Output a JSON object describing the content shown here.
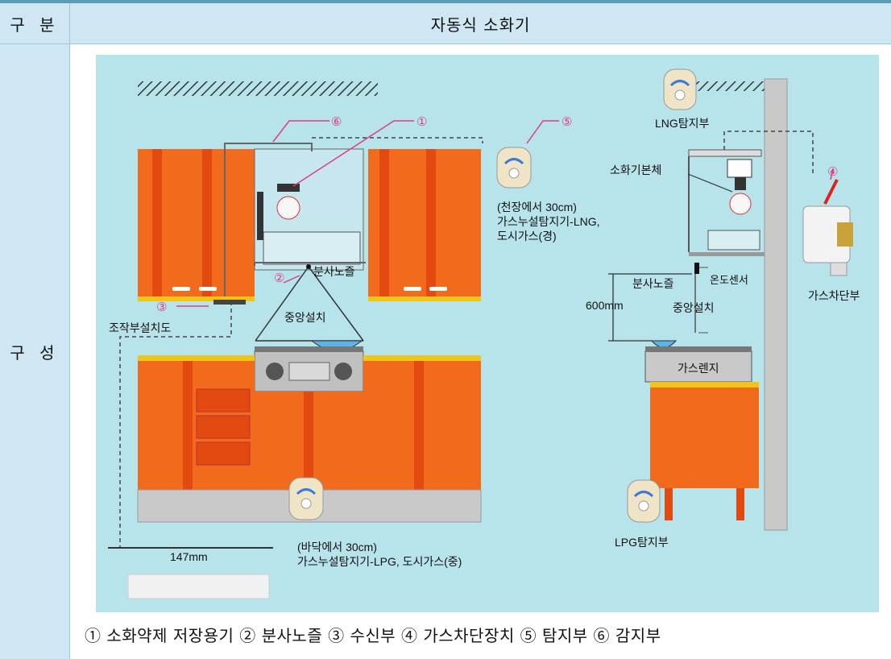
{
  "table": {
    "header_left": "구 분",
    "header_right": "자동식 소화기",
    "row_label": "구 성"
  },
  "figure": {
    "markers": [
      "⑥",
      "①",
      "⑤",
      "②",
      "③",
      "④"
    ],
    "labels": {
      "detector_ceiling_note_1": "(천장에서 30cm)",
      "detector_ceiling_note_2": "가스누설탐지기-LNG,",
      "detector_ceiling_note_3": "도시가스(경)",
      "spray_nozzle_front": "분사노즐",
      "center_install_front": "중앙설치",
      "control_unit_loc": "조작부설치도",
      "floor_note_1": "(바닥에서 30cm)",
      "floor_note_2": "가스누설탐지기-LPG, 도시가스(중)",
      "dim_147": "147mm",
      "lng_detector": "LNG탐지부",
      "extinguisher_body": "소화기본체",
      "spray_nozzle_side": "분사노즐",
      "temp_sensor": "온도센서",
      "dim_600": "600mm",
      "center_install_side": "중앙설치",
      "gas_range": "가스렌지",
      "gas_shutoff": "가스차단부",
      "lpg_detector": "LPG탐지부"
    },
    "colors": {
      "background": "#b7e3ea",
      "cabinet": "#f26a1b",
      "cabinet_stripe": "#e24a12",
      "counter": "#f0c419",
      "wall": "#c9c9c9",
      "leader": "#e03a8c"
    }
  },
  "caption": "① 소화약제 저장용기 ② 분사노즐 ③ 수신부 ④ 가스차단장치 ⑤ 탐지부 ⑥ 감지부"
}
